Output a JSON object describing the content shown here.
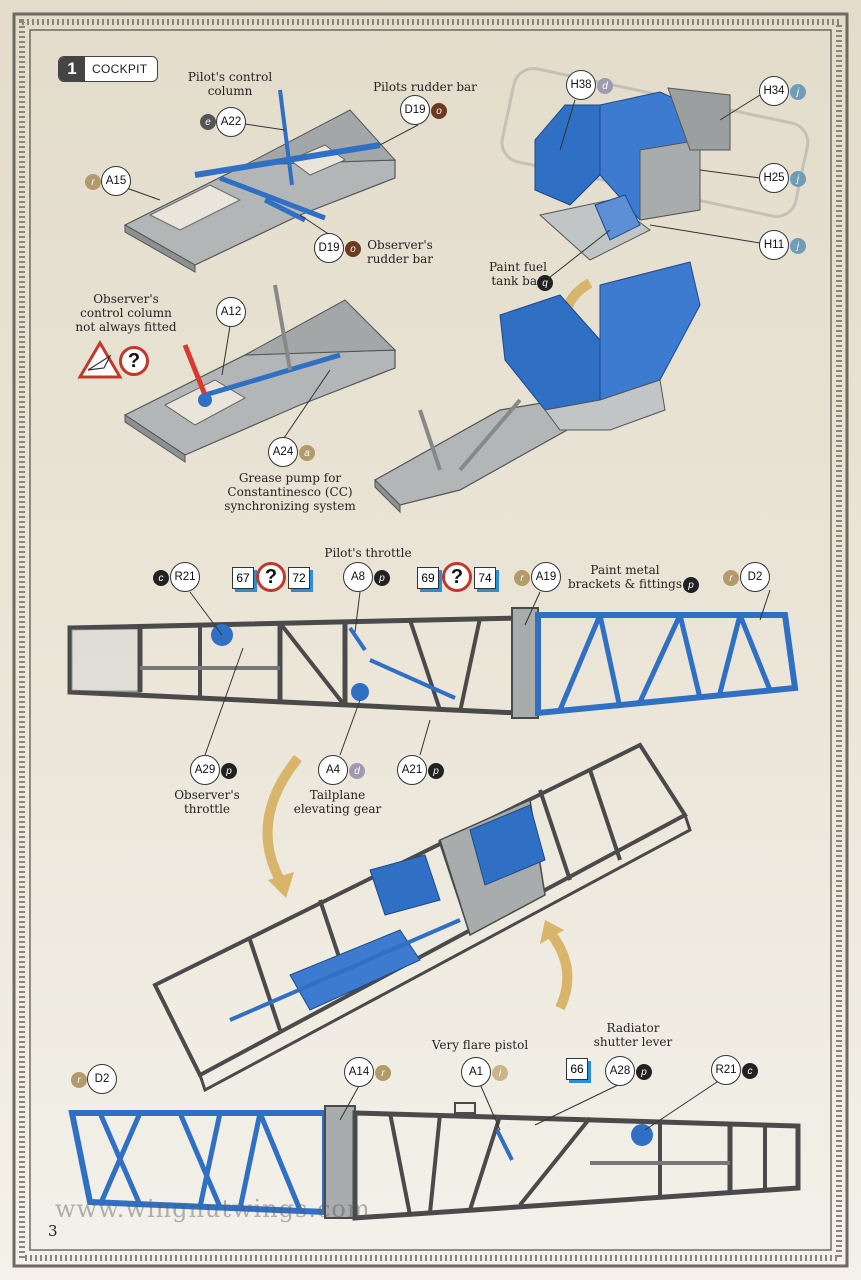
{
  "step": {
    "number": "1",
    "title": "COCKPIT"
  },
  "colors": {
    "part_blue": "#2f6fc4",
    "part_grey": "#a9acad",
    "frame_dark": "#4a4a4a",
    "warning_red": "#c0392b",
    "step_shadow": "#2a8fd6"
  },
  "labels": {
    "pilot_control_column": "Pilot's control column",
    "pilots_rudder_bar": "Pilots rudder bar",
    "observer_rudder_bar": "Observer's rudder bar",
    "paint_fuel_tank_bag": "Paint fuel tank bag",
    "observer_control_column": "Observer's control column not always fitted",
    "grease_pump": "Grease pump for Constantinesco (CC) synchronizing system",
    "pilot_throttle": "Pilot's throttle",
    "paint_metal_brackets": "Paint metal brackets & fittings",
    "observer_throttle": "Observer's throttle",
    "tailplane_gear": "Tailplane elevating gear",
    "very_flare_pistol": "Very flare pistol",
    "radiator_shutter_lever": "Radiator shutter lever"
  },
  "callouts": {
    "a22": {
      "part": "A22",
      "paint": "e"
    },
    "d19_top": {
      "part": "D19",
      "paint": "o"
    },
    "a15": {
      "part": "A15",
      "paint": "r"
    },
    "d19_bottom": {
      "part": "D19",
      "paint": "o"
    },
    "h38": {
      "part": "H38",
      "paint": "d"
    },
    "h34": {
      "part": "H34",
      "paint": "j"
    },
    "h25": {
      "part": "H25",
      "paint": "j"
    },
    "h11": {
      "part": "H11",
      "paint": "j"
    },
    "tank_bag_paint": {
      "paint": "q"
    },
    "a12": {
      "part": "A12"
    },
    "a24": {
      "part": "A24",
      "paint": "a"
    },
    "r21_top": {
      "part": "R21",
      "paint": "c"
    },
    "a8": {
      "part": "A8",
      "paint": "p"
    },
    "a19": {
      "part": "A19",
      "paint": "r"
    },
    "brackets_paint": {
      "paint": "p"
    },
    "d2_top": {
      "part": "D2",
      "paint": "r"
    },
    "a29": {
      "part": "A29",
      "paint": "p"
    },
    "a4": {
      "part": "A4",
      "paint": "d"
    },
    "a21": {
      "part": "A21",
      "paint": "p"
    },
    "d2_bottom": {
      "part": "D2",
      "paint": "r"
    },
    "a14": {
      "part": "A14",
      "paint": "r"
    },
    "a1": {
      "part": "A1",
      "paint": "i"
    },
    "a28": {
      "part": "A28",
      "paint": "p"
    },
    "r21_bottom": {
      "part": "R21",
      "paint": "c"
    }
  },
  "step_refs": {
    "ref67": "67",
    "ref72": "72",
    "ref69": "69",
    "ref74": "74",
    "ref66": "66"
  },
  "question_mark": "?",
  "watermark": "www.wingnutwings.com",
  "page_number": "3"
}
